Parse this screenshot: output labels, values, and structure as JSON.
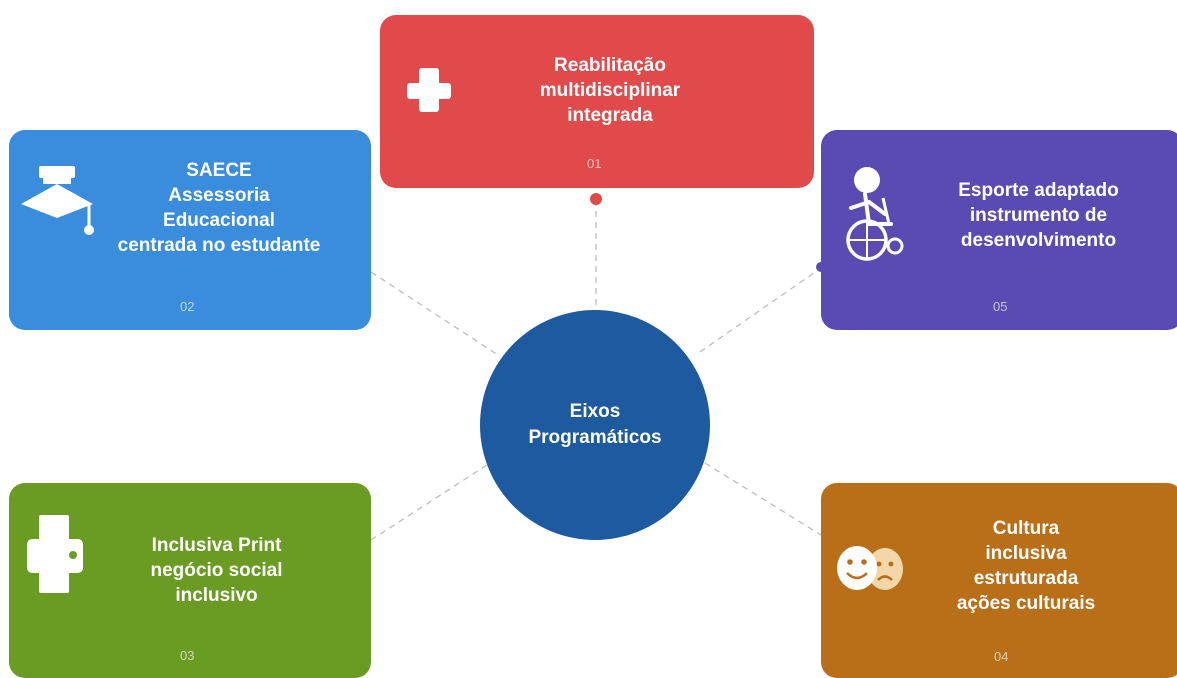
{
  "hub": {
    "label": "Eixos\nProgramáticos",
    "color": "#1e5aa0"
  },
  "cards": [
    {
      "id": "01",
      "title": "Reabilitação\nmultidisciplinar\nintegrada",
      "number": "01",
      "color": "#e04a4a",
      "icon": "medical-cross-icon"
    },
    {
      "id": "02",
      "title": "SAECE\nAssessoria\nEducacional\ncentrada no estudante",
      "number": "02",
      "color": "#3a8ddd",
      "icon": "graduation-cap-icon"
    },
    {
      "id": "03",
      "title": "Inclusiva Print\nnegócio social\ninclusivo",
      "number": "03",
      "color": "#6a9b22",
      "icon": "printer-icon"
    },
    {
      "id": "04",
      "title": "Cultura\ninclusiva\nestruturada\nações culturais",
      "number": "04",
      "color": "#b96f17",
      "icon": "theater-masks-icon"
    },
    {
      "id": "05",
      "title": "Esporte adaptado\ninstrumento de\ndesenvolvimento",
      "number": "05",
      "color": "#5a4bb3",
      "icon": "wheelchair-athlete-icon"
    }
  ]
}
